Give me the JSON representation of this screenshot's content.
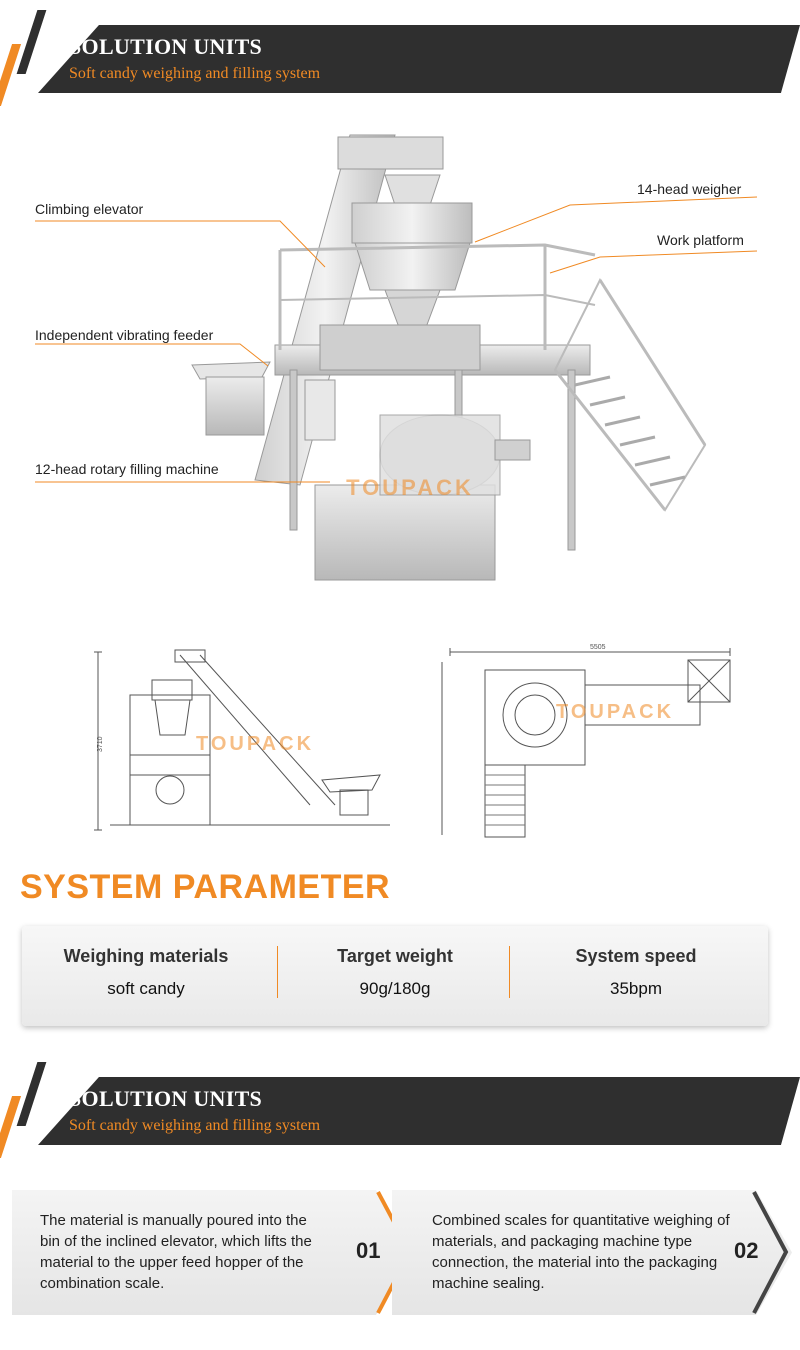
{
  "header1": {
    "title": "SOLUTION UNITS",
    "subtitle": "Soft candy weighing and filling system"
  },
  "callouts": {
    "climbing_elevator": "Climbing elevator",
    "weigher": "14-head weigher",
    "work_platform": "Work platform",
    "vibrating_feeder": "Independent vibrating feeder",
    "filling_machine": "12-head rotary filling machine"
  },
  "watermark": "TOUPACK",
  "drawing": {
    "overall_width_label": "5505",
    "overall_height_label": "3710"
  },
  "system_parameter": {
    "title": "SYSTEM PARAMETER",
    "items": [
      {
        "label": "Weighing materials",
        "value": "soft candy"
      },
      {
        "label": "Target weight",
        "value": "90g/180g"
      },
      {
        "label": "System speed",
        "value": "35bpm"
      }
    ]
  },
  "header2": {
    "title": "SOLUTION UNITS",
    "subtitle": "Soft candy weighing and filling system"
  },
  "steps": [
    {
      "number": "01",
      "text": "The material is manually poured into the bin of the inclined elevator, which lifts the material to the upper feed hopper of the combination scale."
    },
    {
      "number": "02",
      "text": "Combined scales for quantitative weighing of materials, and packaging machine type connection, the material into the packaging machine sealing."
    }
  ],
  "colors": {
    "accent": "#f08a24",
    "dark": "#2f2f2f"
  }
}
